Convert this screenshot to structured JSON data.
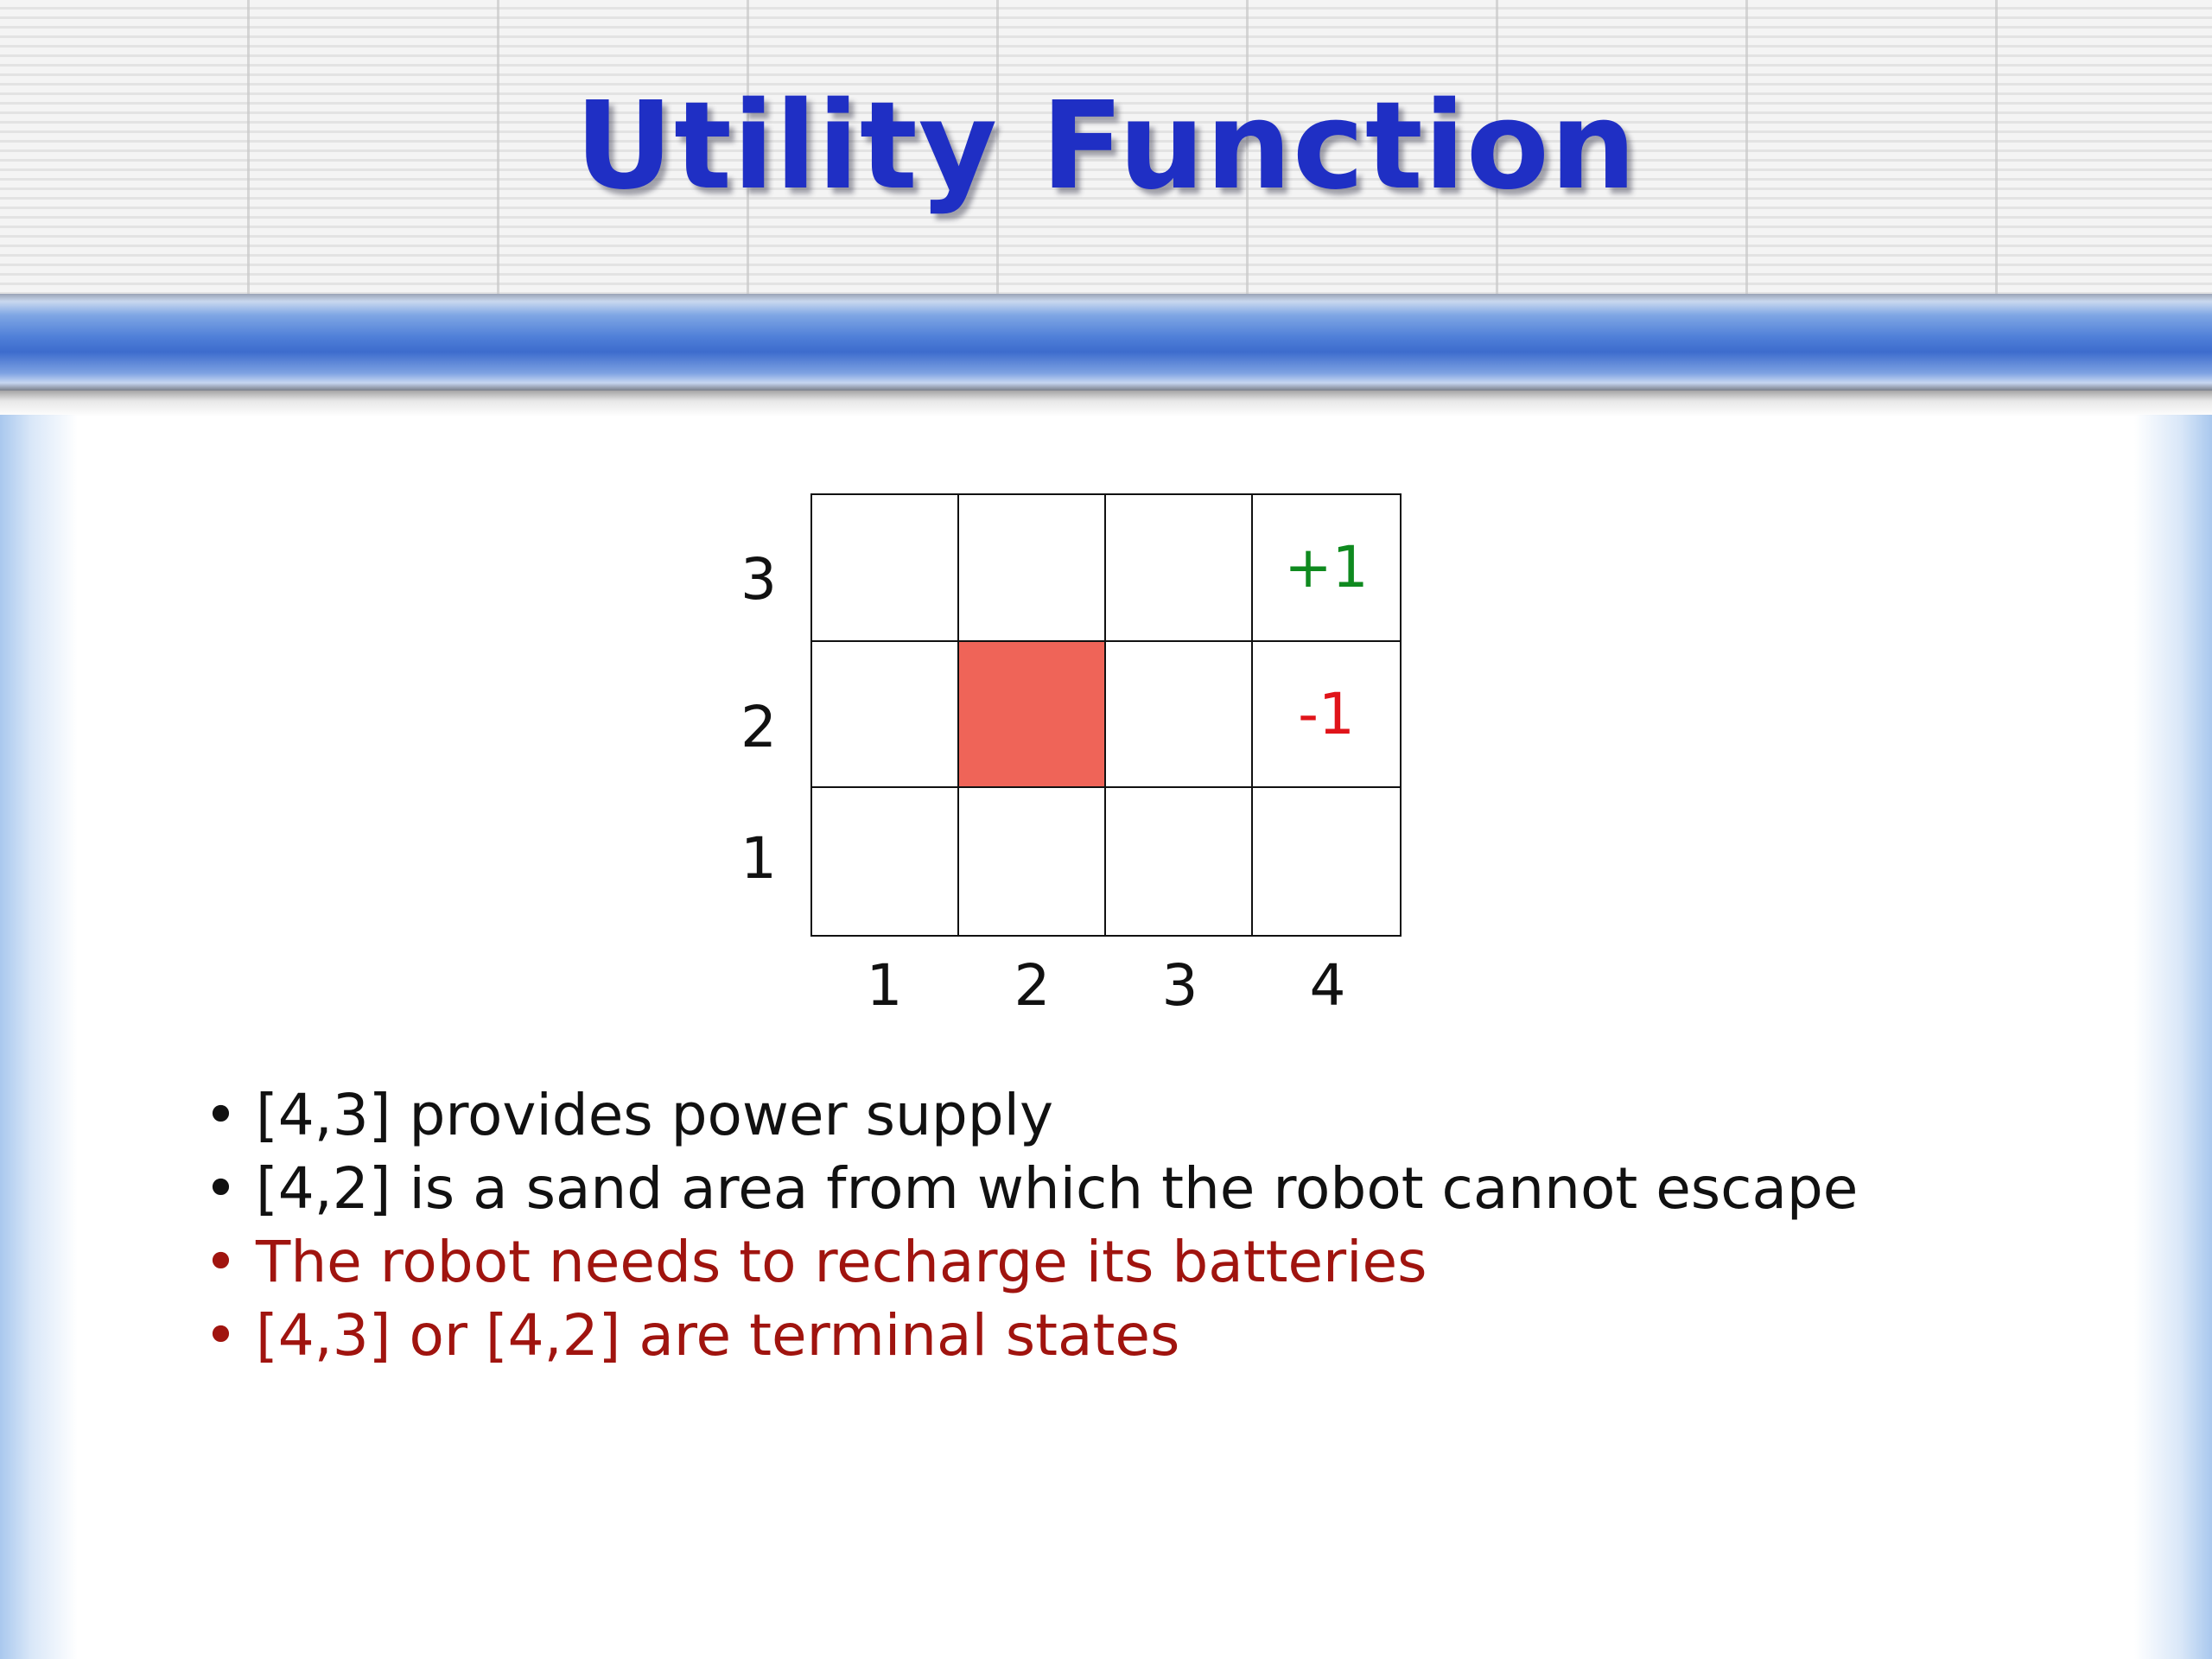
{
  "slide": {
    "title": "Utility Function"
  },
  "grid": {
    "columns": 4,
    "rows": 3,
    "col_labels": [
      "1",
      "2",
      "3",
      "4"
    ],
    "row_labels": [
      "3",
      "2",
      "1"
    ],
    "cells": {
      "4_3": "+1",
      "4_2": "-1"
    },
    "obstacle_cell": "2,2",
    "colors": {
      "obstacle": "#ef6458",
      "positive": "#0f8a1f",
      "negative": "#e0141a"
    }
  },
  "bullets": [
    {
      "text": "[4,3] provides power supply",
      "color": "#111111"
    },
    {
      "text": "[4,2] is a sand area from which the robot cannot escape",
      "color": "#111111"
    },
    {
      "text": "The robot needs to recharge its batteries",
      "color": "#a0140f"
    },
    {
      "text": "[4,3] or [4,2] are terminal states",
      "color": "#a0140f"
    }
  ],
  "bullet_glyph": "•"
}
